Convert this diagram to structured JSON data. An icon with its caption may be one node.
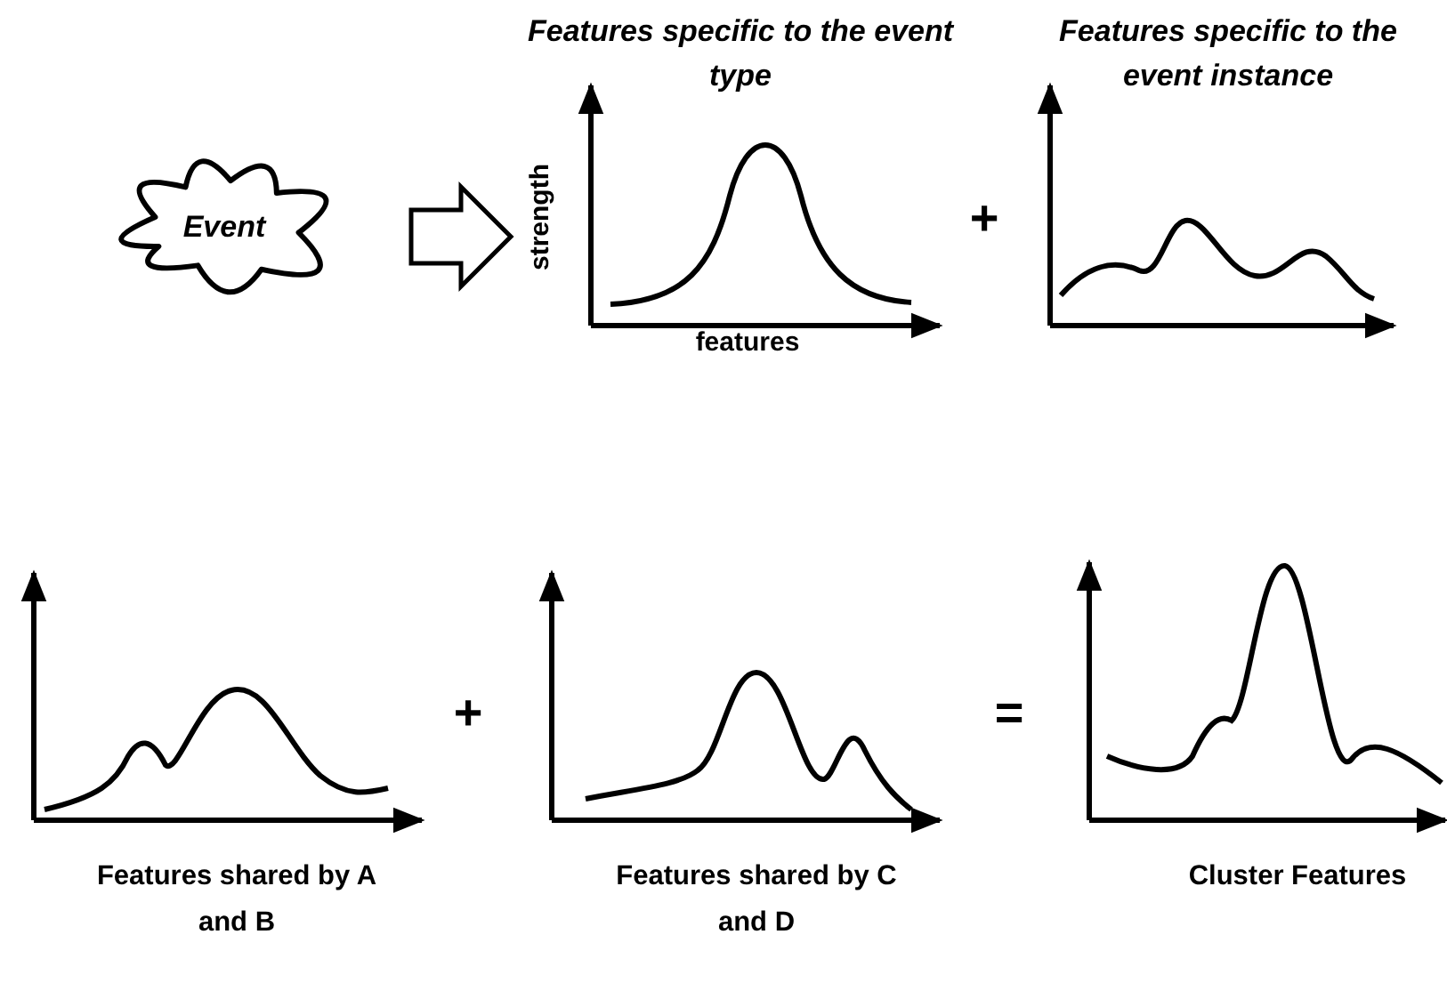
{
  "diagram": {
    "nodes": [
      {
        "text": [
          "Event"
        ]
      },
      {
        "text": [
          "Features specific to the event type"
        ]
      }
    ],
    "edges": [
      {
        "from": 0,
        "to": 1,
        "arrow": "to"
      }
    ],
    "labels": [
      "Features specific to the event instance",
      "strength",
      "features",
      "+",
      "+",
      "=",
      "Features shared by A and B",
      "Features shared by C and D",
      "Cluster Features"
    ]
  }
}
